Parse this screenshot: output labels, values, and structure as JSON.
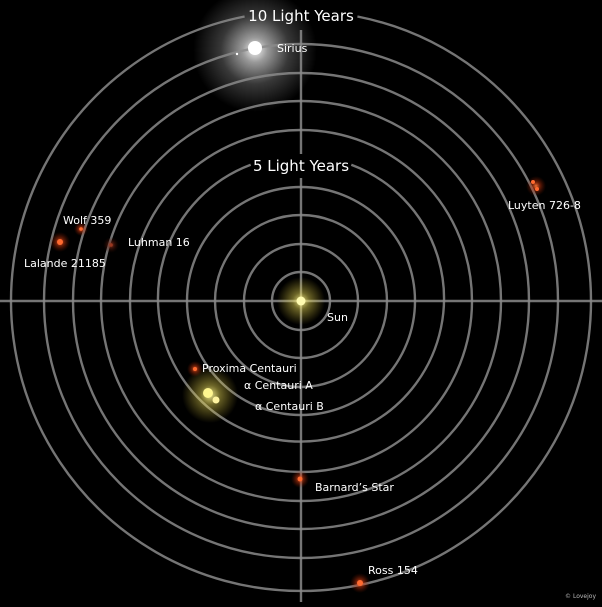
{
  "labels": {
    "ring_outer": "10 Light Years",
    "ring_inner": "5 Light Years",
    "credit": "© Lovejoy"
  },
  "stars": [
    {
      "id": "sirius",
      "name": "Sirius"
    },
    {
      "id": "wolf-359",
      "name": "Wolf 359"
    },
    {
      "id": "lalande-21185",
      "name": "Lalande 21185"
    },
    {
      "id": "luhman-16",
      "name": "Luhman 16"
    },
    {
      "id": "luyten-726-8",
      "name": "Luyten 726-8"
    },
    {
      "id": "sun",
      "name": "Sun"
    },
    {
      "id": "proxima-centauri",
      "name": "Proxima Centauri"
    },
    {
      "id": "alpha-centauri-a",
      "name": "α Centauri A"
    },
    {
      "id": "alpha-centauri-b",
      "name": "α Centauri B"
    },
    {
      "id": "barnards-star",
      "name": "Barnard’s Star"
    },
    {
      "id": "ross-154",
      "name": "Ross 154"
    }
  ],
  "colors": {
    "background": "#000000",
    "grid": "#8a8a8a",
    "red_dwarf": "#ff5a1e",
    "yellow_star": "#fff37a",
    "white_star": "#ffffff"
  }
}
